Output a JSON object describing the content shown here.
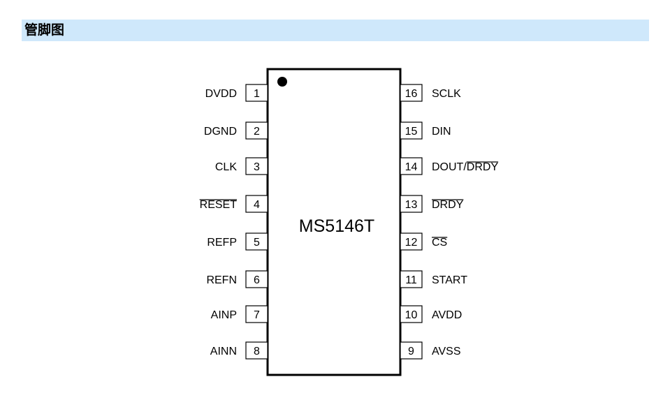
{
  "header": {
    "title": "管脚图"
  },
  "chip": {
    "part_number": "MS5146T",
    "left_pins": [
      {
        "number": "1",
        "name": "DVDD",
        "overbar": ""
      },
      {
        "number": "2",
        "name": "DGND",
        "overbar": ""
      },
      {
        "number": "3",
        "name": "CLK",
        "overbar": ""
      },
      {
        "number": "4",
        "name": "RESET",
        "overbar": "RESET"
      },
      {
        "number": "5",
        "name": "REFP",
        "overbar": ""
      },
      {
        "number": "6",
        "name": "REFN",
        "overbar": ""
      },
      {
        "number": "7",
        "name": "AINP",
        "overbar": ""
      },
      {
        "number": "8",
        "name": "AINN",
        "overbar": ""
      }
    ],
    "right_pins": [
      {
        "number": "16",
        "name": "SCLK",
        "overbar": ""
      },
      {
        "number": "15",
        "name": "DIN",
        "overbar": ""
      },
      {
        "number": "14",
        "name": "DOUT/DRDY",
        "overbar": "DRDY"
      },
      {
        "number": "13",
        "name": "DRDY",
        "overbar": "DRDY"
      },
      {
        "number": "12",
        "name": "CS",
        "overbar": "CS"
      },
      {
        "number": "11",
        "name": "START",
        "overbar": ""
      },
      {
        "number": "10",
        "name": "AVDD",
        "overbar": ""
      },
      {
        "number": "9",
        "name": "AVSS",
        "overbar": ""
      }
    ]
  }
}
